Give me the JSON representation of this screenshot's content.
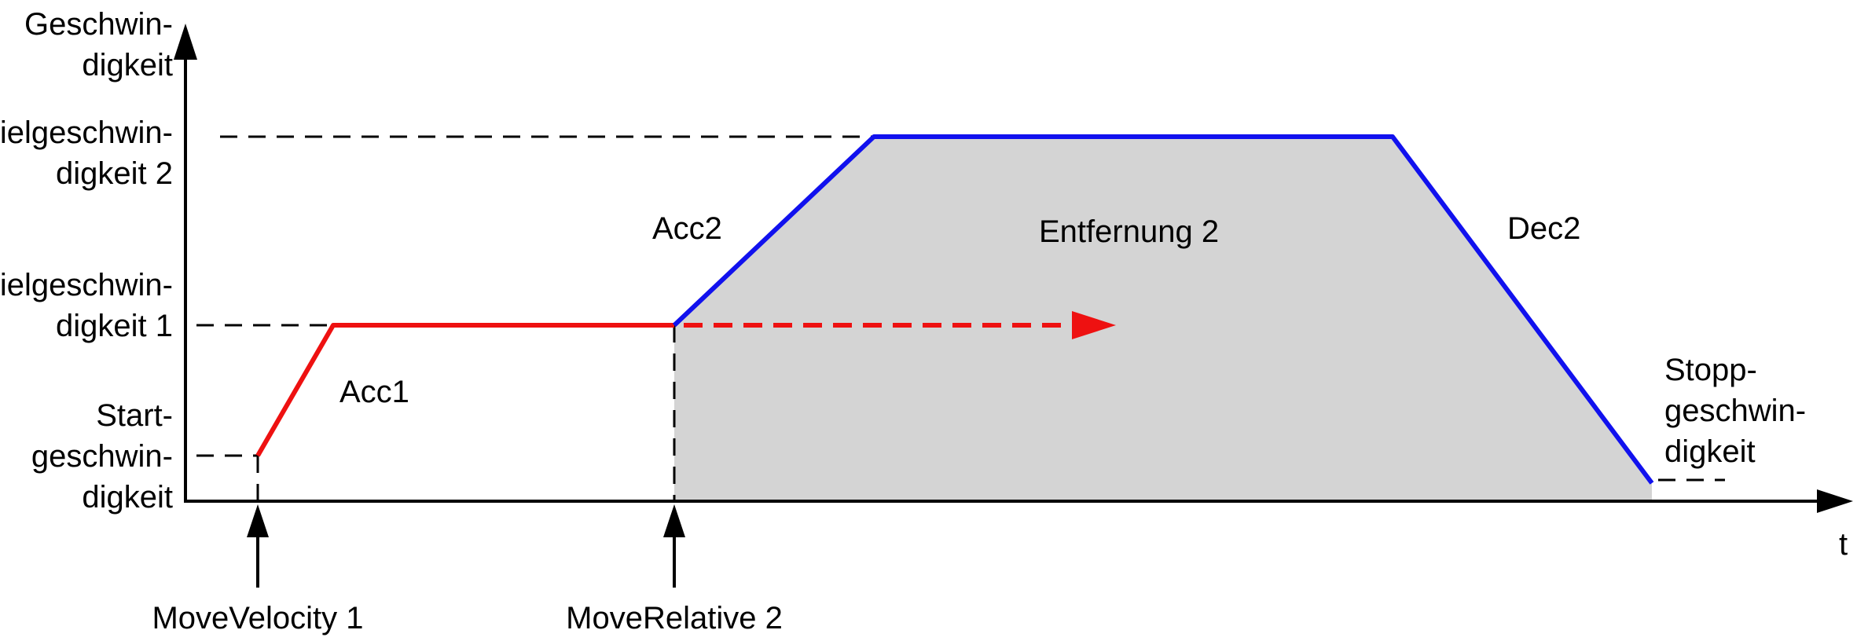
{
  "axes": {
    "y_label_line1": "Geschwin-",
    "y_label_line2": "digkeit",
    "x_label": "t"
  },
  "levels": {
    "target2": {
      "line1": "Zielgeschwin-",
      "line2": "digkeit 2"
    },
    "target1": {
      "line1": "Zielgeschwin-",
      "line2": "digkeit 1"
    },
    "start": {
      "line1": "Start-",
      "line2": "geschwin-",
      "line3": "digkeit"
    },
    "stop": {
      "line1": "Stopp-",
      "line2": "geschwin-",
      "line3": "digkeit"
    }
  },
  "phases": {
    "acc1": "Acc1",
    "acc2": "Acc2",
    "distance2": "Entfernung 2",
    "dec2": "Dec2"
  },
  "events": {
    "move_velocity": "MoveVelocity 1",
    "move_relative": "MoveRelative 2"
  },
  "colors": {
    "profile1": "#ee1111",
    "profile2": "#1111ee",
    "area": "#d4d4d4",
    "axis": "#000000"
  }
}
